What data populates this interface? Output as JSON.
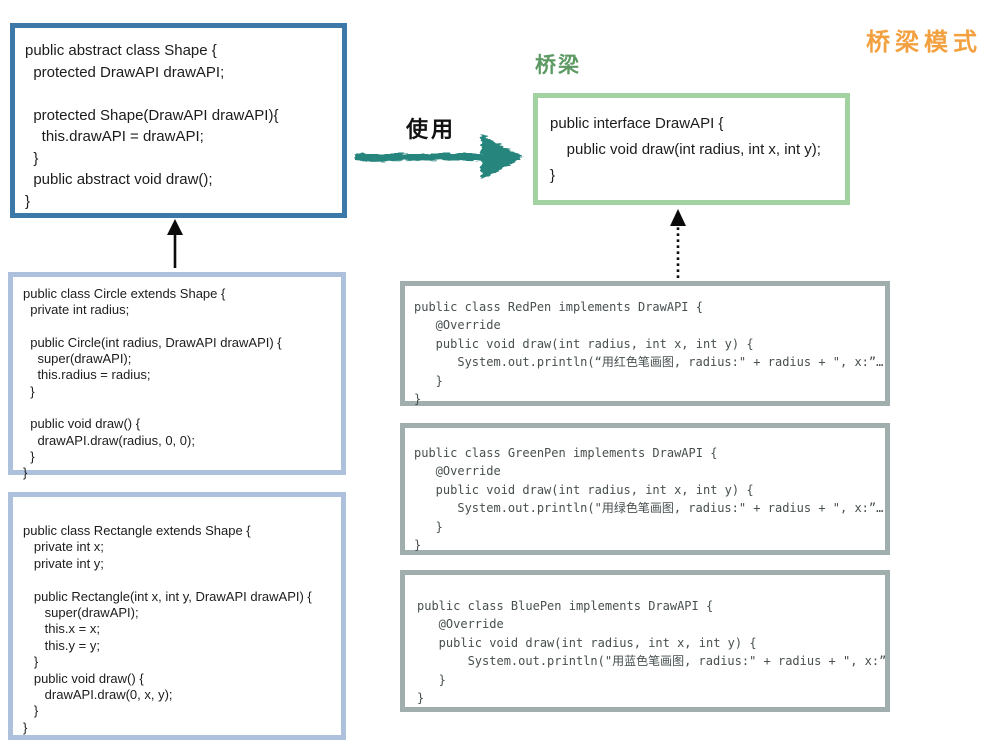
{
  "page": {
    "pattern_title": "桥梁模式",
    "bridge_label": "桥梁",
    "use_label": "使用"
  },
  "boxes": {
    "shape": {
      "language": "java",
      "code": "public abstract class Shape {\n  protected DrawAPI drawAPI;\n\n  protected Shape(DrawAPI drawAPI){\n    this.drawAPI = drawAPI;\n  }\n  public abstract void draw();\n}"
    },
    "drawapi": {
      "language": "java",
      "code": "public interface DrawAPI {\n    public void draw(int radius, int x, int y);\n}"
    },
    "circle": {
      "language": "java",
      "code": "public class Circle extends Shape {\n  private int radius;\n\n  public Circle(int radius, DrawAPI drawAPI) {\n    super(drawAPI);\n    this.radius = radius;\n  }\n\n  public void draw() {\n    drawAPI.draw(radius, 0, 0);\n  }\n}"
    },
    "rectangle": {
      "language": "java",
      "code": "public class Rectangle extends Shape {\n   private int x;\n   private int y;\n\n   public Rectangle(int x, int y, DrawAPI drawAPI) {\n      super(drawAPI);\n      this.x = x;\n      this.y = y;\n   }\n   public void draw() {\n      drawAPI.draw(0, x, y);\n   }\n}"
    },
    "redpen": {
      "language": "java",
      "code": "public class RedPen implements DrawAPI {\n   @Override\n   public void draw(int radius, int x, int y) {\n      System.out.println(“用红色笔画图, radius:\" + radius + \", x:”…\n   }\n}"
    },
    "greenpen": {
      "language": "java",
      "code": "public class GreenPen implements DrawAPI {\n   @Override\n   public void draw(int radius, int x, int y) {\n      System.out.println(\"用绿色笔画图, radius:\" + radius + \", x:”…\n   }\n}"
    },
    "bluepen": {
      "language": "java",
      "code": "public class BluePen implements DrawAPI {\n   @Override\n   public void draw(int radius, int x, int y) {\n       System.out.println(\"用蓝色笔画图, radius:\" + radius + \", x:”…\n   }\n}"
    }
  },
  "arrows": {
    "use_arrow": "solid teal hand-drawn arrow from Shape box to DrawAPI box",
    "circle_to_shape": "solid black arrow from Circle box up to Shape box",
    "redpen_to_drawapi": "dotted black arrow from RedPen box up to DrawAPI box"
  },
  "colors": {
    "shape_border": "#3c79a8",
    "drawapi_border": "#a2d2a2",
    "subclass_border": "#aec1dc",
    "pen_border": "#a0aeae",
    "title_orange": "#f3a140",
    "bridge_green": "#5d9a63",
    "arrow_teal": "#27857d"
  }
}
